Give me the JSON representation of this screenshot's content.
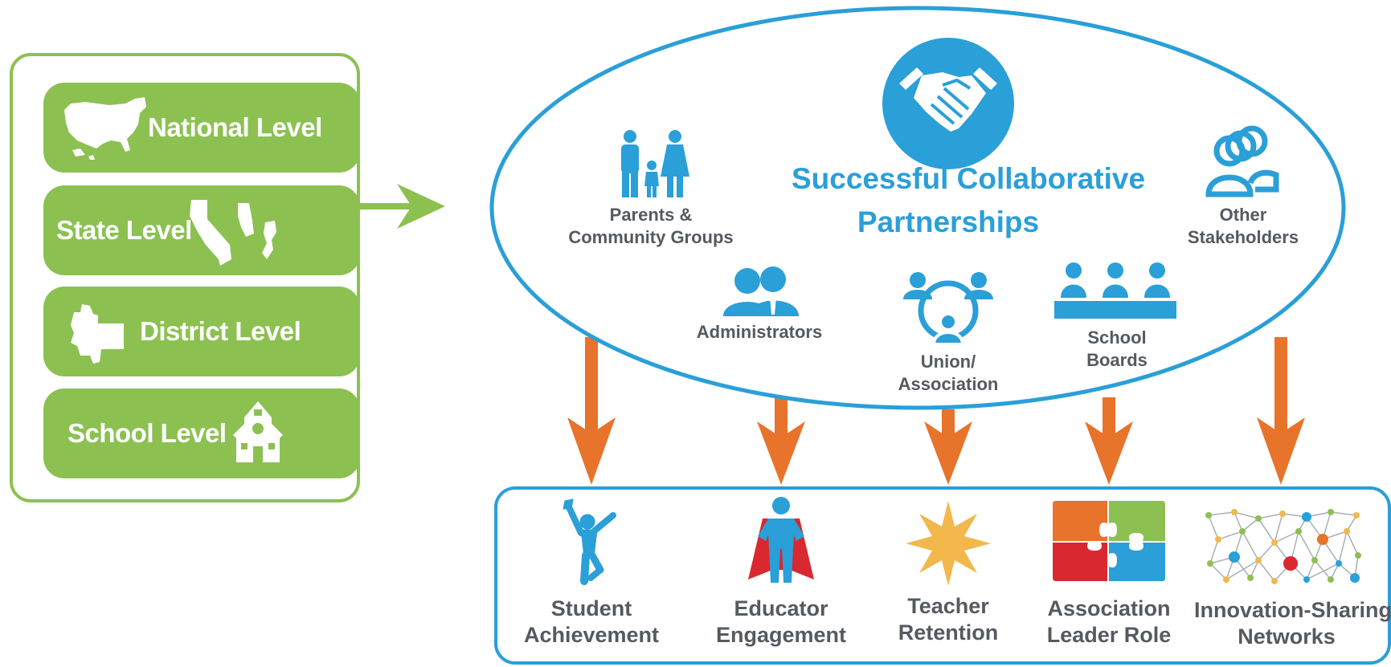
{
  "levels": [
    {
      "label": "National Level",
      "icon": "usa-map-icon"
    },
    {
      "label": "State Level",
      "icon": "state-maps-icon"
    },
    {
      "label": "District Level",
      "icon": "district-map-icon"
    },
    {
      "label": "School Level",
      "icon": "schoolhouse-icon"
    }
  ],
  "partnership": {
    "title_line1": "Successful Collaborative",
    "title_line2": "Partnerships",
    "center_icon": "handshake-icon",
    "stakeholders": [
      {
        "line1": "Parents &",
        "line2": "Community Groups",
        "icon": "family-icon"
      },
      {
        "line1": "Other",
        "line2": "Stakeholders",
        "icon": "people-group-icon"
      },
      {
        "line1": "Administrators",
        "line2": "",
        "icon": "administrators-icon"
      },
      {
        "line1": "Union/",
        "line2": "Association",
        "icon": "union-network-icon"
      },
      {
        "line1": "School",
        "line2": "Boards",
        "icon": "school-board-icon"
      }
    ]
  },
  "outcomes": [
    {
      "line1": "Student",
      "line2": "Achievement",
      "icon": "student-jumping-icon"
    },
    {
      "line1": "Educator",
      "line2": "Engagement",
      "icon": "superhero-icon"
    },
    {
      "line1": "Teacher",
      "line2": "Retention",
      "icon": "star-icon"
    },
    {
      "line1": "Association",
      "line2": "Leader Role",
      "icon": "puzzle-icon"
    },
    {
      "line1": "Innovation-Sharing",
      "line2": "Networks",
      "icon": "network-icon"
    }
  ],
  "colors": {
    "green": "#8cc152",
    "blue": "#2a9fd8",
    "orange": "#e8732a",
    "text_grey": "#555a60",
    "red": "#d9282f",
    "gold": "#f2b84b"
  }
}
